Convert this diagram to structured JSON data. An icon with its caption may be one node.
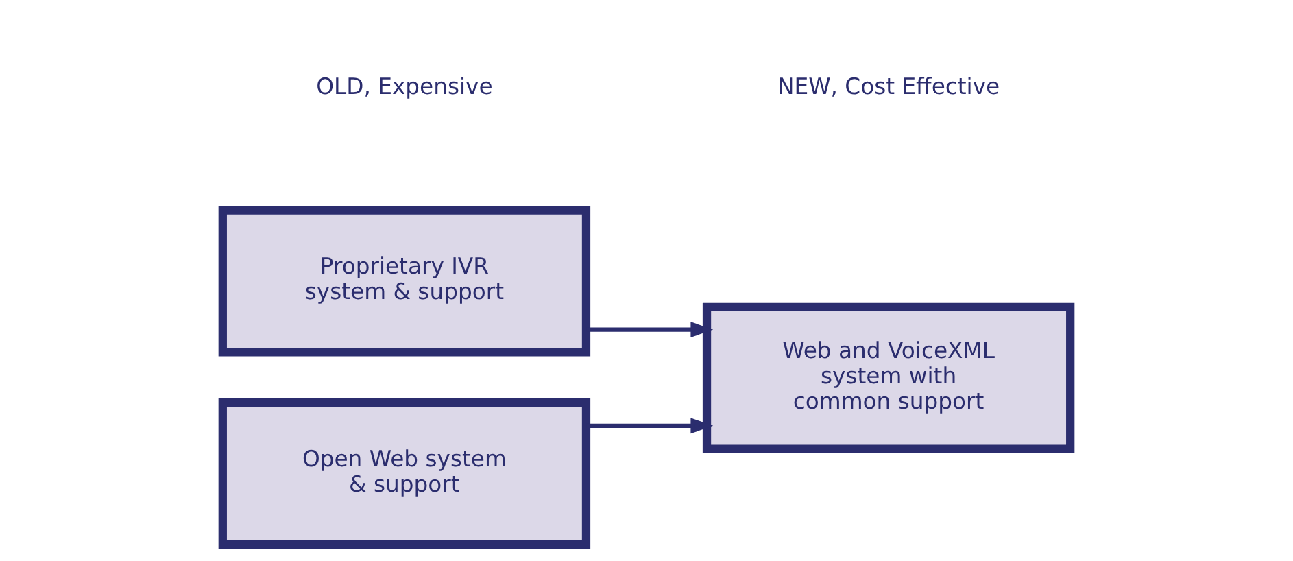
{
  "diagram": {
    "nodes": [
      {
        "text": [
          "Proprietary IVR system & support"
        ]
      },
      {
        "text": [
          "Open Web system & support"
        ]
      },
      {
        "text": [
          "Web and VoiceXML system with common support"
        ]
      }
    ],
    "edges": [
      {
        "from": 0,
        "to": 2,
        "arrow": "to"
      },
      {
        "from": 1,
        "to": 2,
        "arrow": "to"
      }
    ],
    "labels": [
      "OLD, Expensive",
      "NEW, Cost Effective"
    ]
  }
}
